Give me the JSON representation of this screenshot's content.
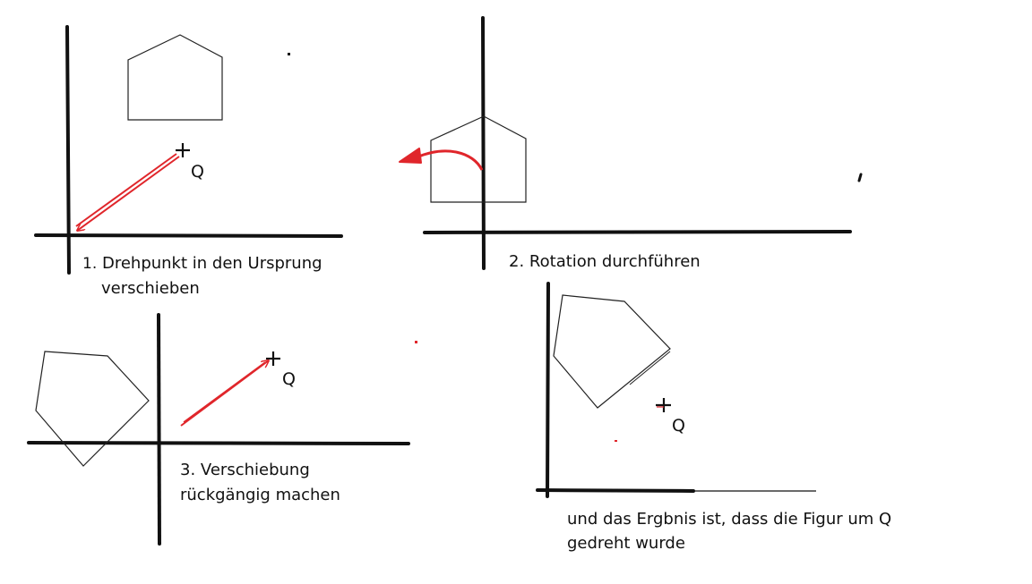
{
  "colors": {
    "ink": "#111111",
    "arrow": "#e0262b",
    "background": "#ffffff"
  },
  "point_label": "Q",
  "steps": [
    {
      "number": "1.",
      "line1": "Drehpunkt in den Ursprung",
      "line2": "verschieben"
    },
    {
      "number": "2.",
      "line1": "Rotation durchführen"
    },
    {
      "number": "3.",
      "line1": "Verschiebung",
      "line2": "rückgängig machen"
    }
  ],
  "result": {
    "line1": "und das Ergbnis ist, dass die Figur um Q",
    "line2": "gedreht wurde"
  }
}
